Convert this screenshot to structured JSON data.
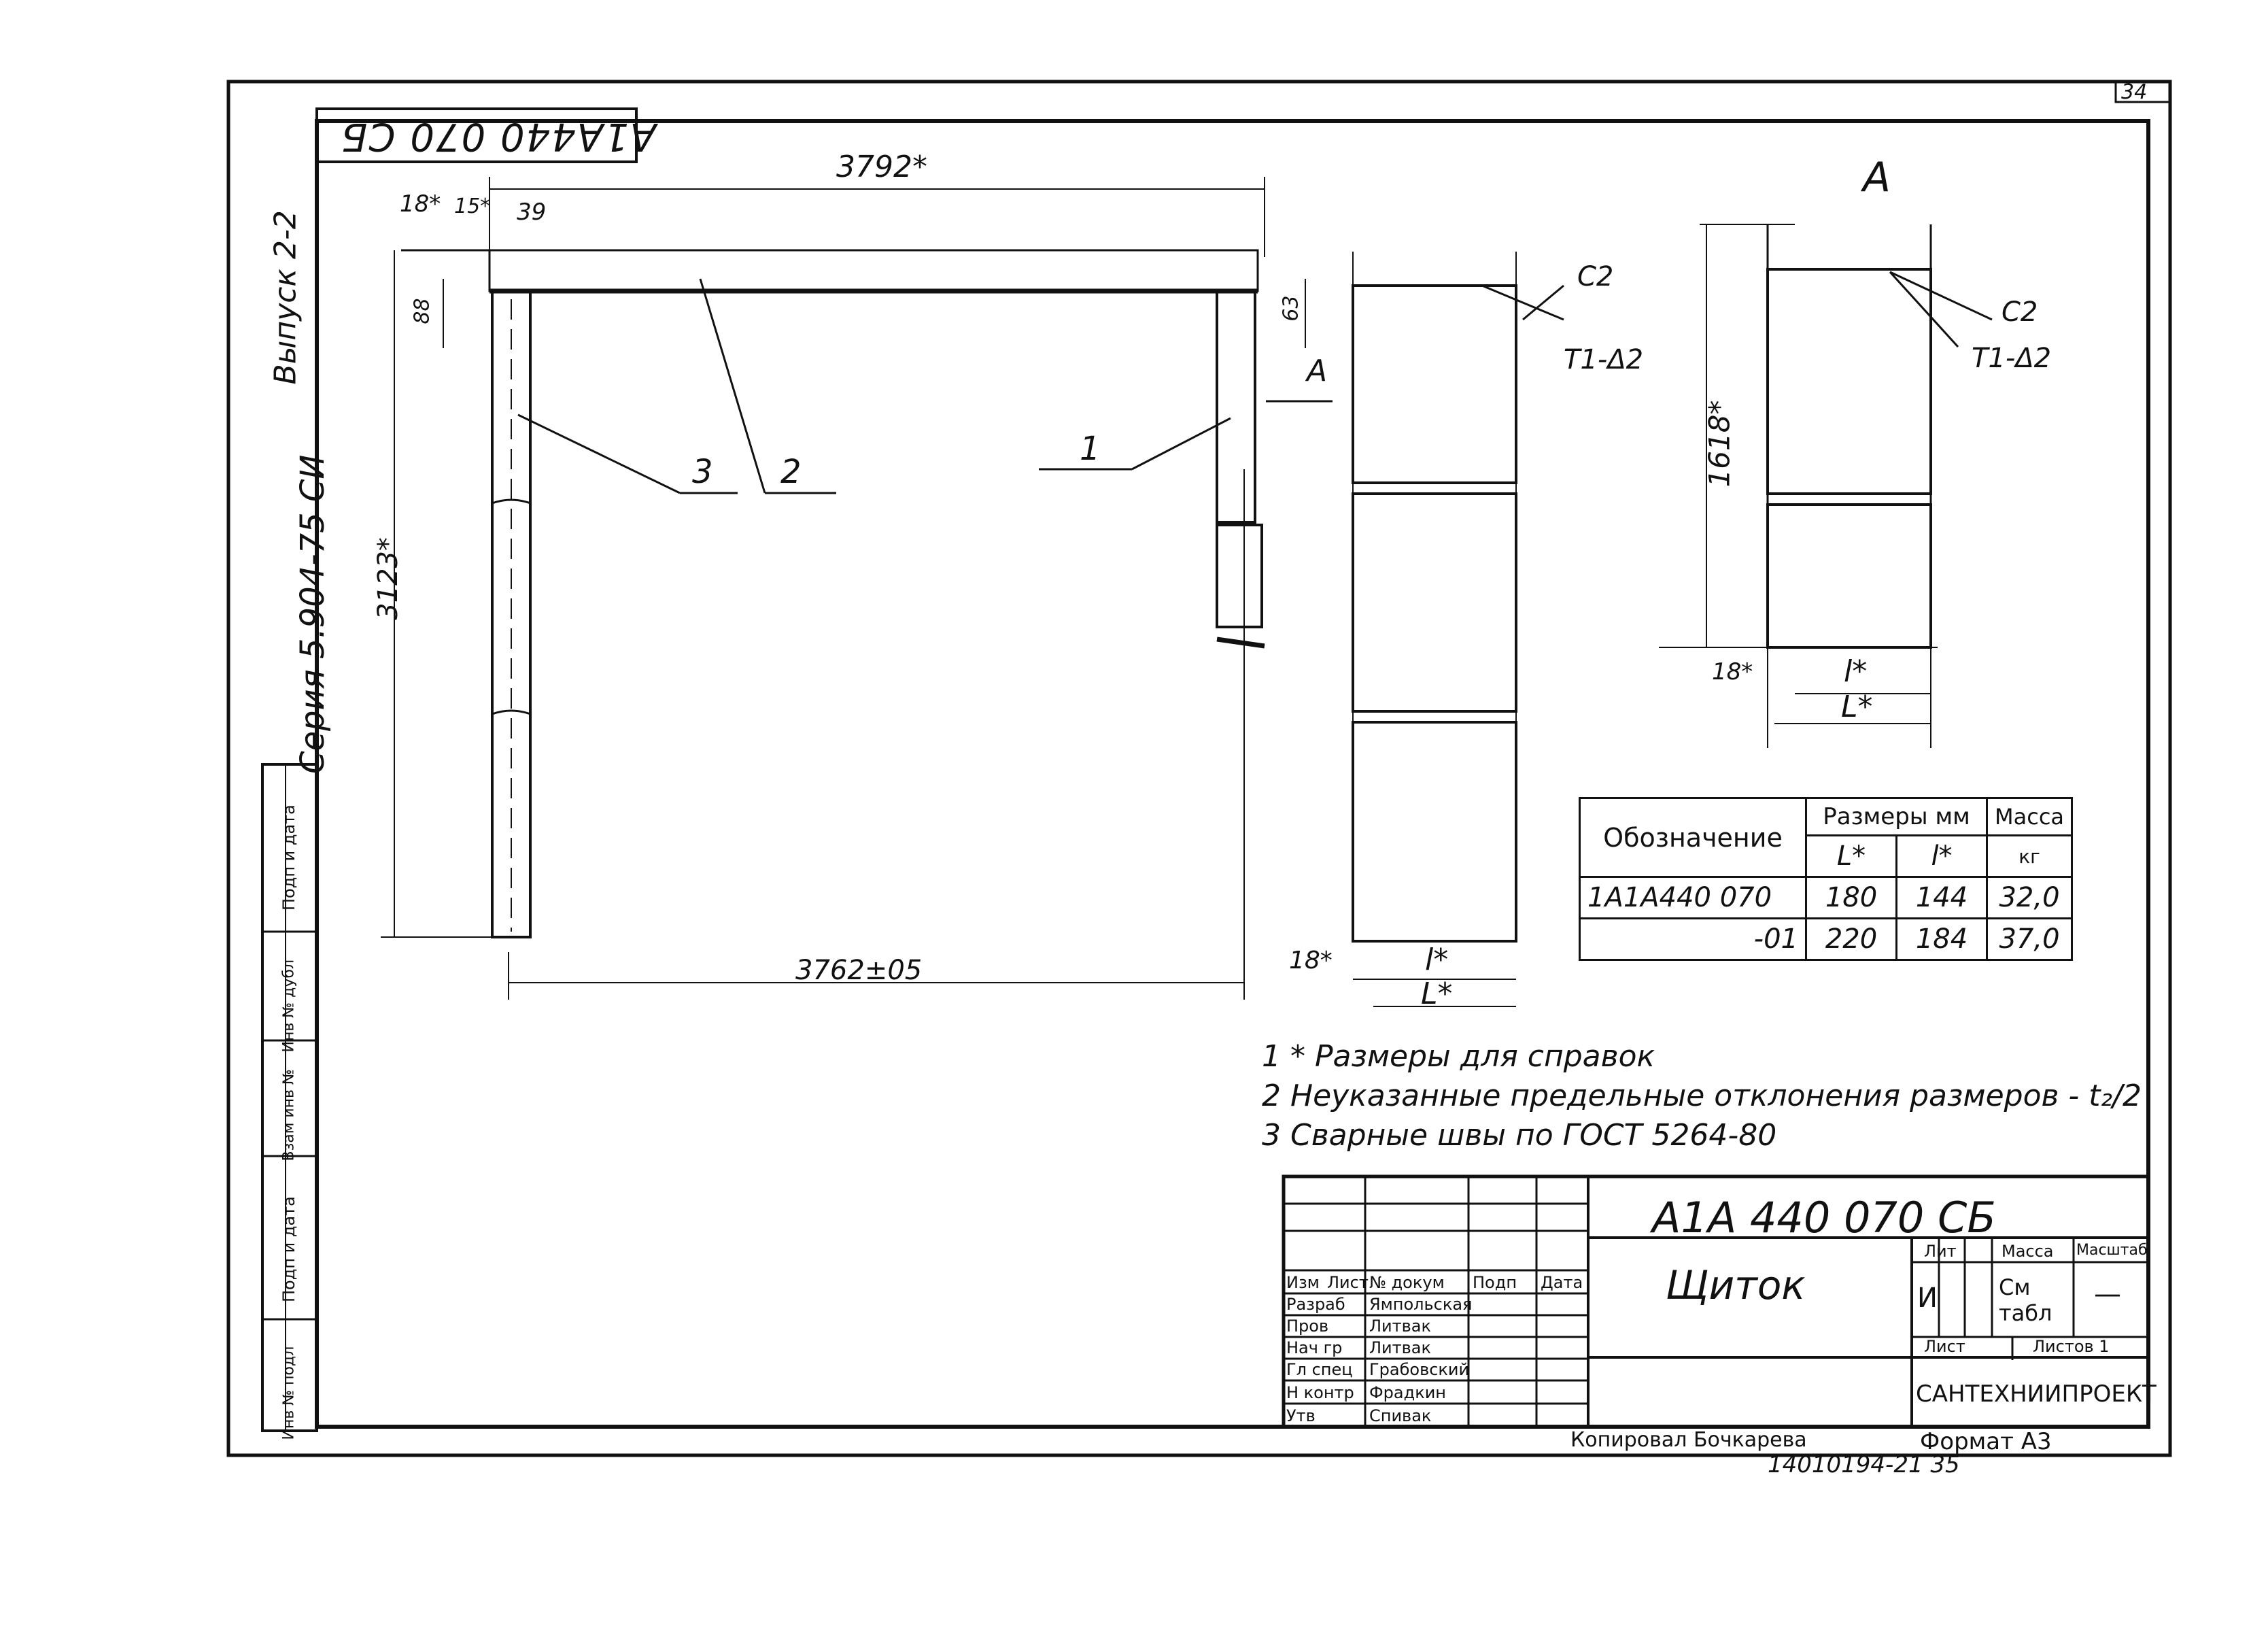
{
  "sheet": {
    "sheet_number": "34",
    "rotated_code": "A1A440 070 СБ",
    "series": "Серия 5.904-75 СИ",
    "issue": "Выпуск 2-2",
    "view_label": "A",
    "side_strip": [
      "Подп и дата",
      "Инв № дубл",
      "Взам инв №",
      "Подп и дата",
      "Инв № подл"
    ]
  },
  "dimensions": {
    "overall_width": "3792*",
    "d18": "18*",
    "d15": "15*",
    "d39": "39",
    "d88": "88",
    "d63": "63",
    "height": "3123*",
    "bottom_width": "3762±05",
    "view_height": "1618*",
    "L": "L*",
    "l": "l*",
    "d18b": "18*",
    "d18c": "18*"
  },
  "callouts": {
    "c1": "1",
    "c2": "2",
    "c3": "3",
    "weld_c2": "С2",
    "weld_t1": "Т1-Δ2",
    "arrow_a": "A"
  },
  "spec_table": {
    "col_designation": "Обозначение",
    "col_sizes": "Размеры мм",
    "col_mass": "Масса",
    "col_mass_unit": "кг",
    "col_L": "L*",
    "col_l": "l*",
    "rows": [
      {
        "designation": "1A1A440 070",
        "L": "180",
        "l": "144",
        "mass": "32,0"
      },
      {
        "designation": "-01",
        "L": "220",
        "l": "184",
        "mass": "37,0"
      }
    ]
  },
  "notes": [
    "1 * Размеры для справок",
    "2 Неуказанные предельные отклонения размеров - t₂/2",
    "3 Сварные швы по ГОСТ 5264-80"
  ],
  "title_block": {
    "doc_code": "A1A 440 070 СБ",
    "title": "Щиток",
    "header_cols": [
      "Изм",
      "Лист",
      "№ докум",
      "Подп",
      "Дата"
    ],
    "roles": [
      {
        "role": "Разраб",
        "name": "Ямпольская"
      },
      {
        "role": "Пров",
        "name": "Литвак"
      },
      {
        "role": "Нач гр",
        "name": "Литвак"
      },
      {
        "role": "Гл спец",
        "name": "Грабовский"
      },
      {
        "role": "Н контр",
        "name": "Фрадкин"
      },
      {
        "role": "Утв",
        "name": "Спивак"
      }
    ],
    "lit_label": "Лит",
    "mass_label": "Масса",
    "scale_label": "Масштаб",
    "lit_value": "И",
    "mass_value": "См табл",
    "scale_value": "—",
    "sheet_label": "Лист",
    "sheets_label": "Листов 1",
    "org": "САНТЕХНИИПРОЕКТ"
  },
  "footer": {
    "copied": "Копировал Бочкарева",
    "format": "Формат А3",
    "code": "14010194-21  35"
  }
}
